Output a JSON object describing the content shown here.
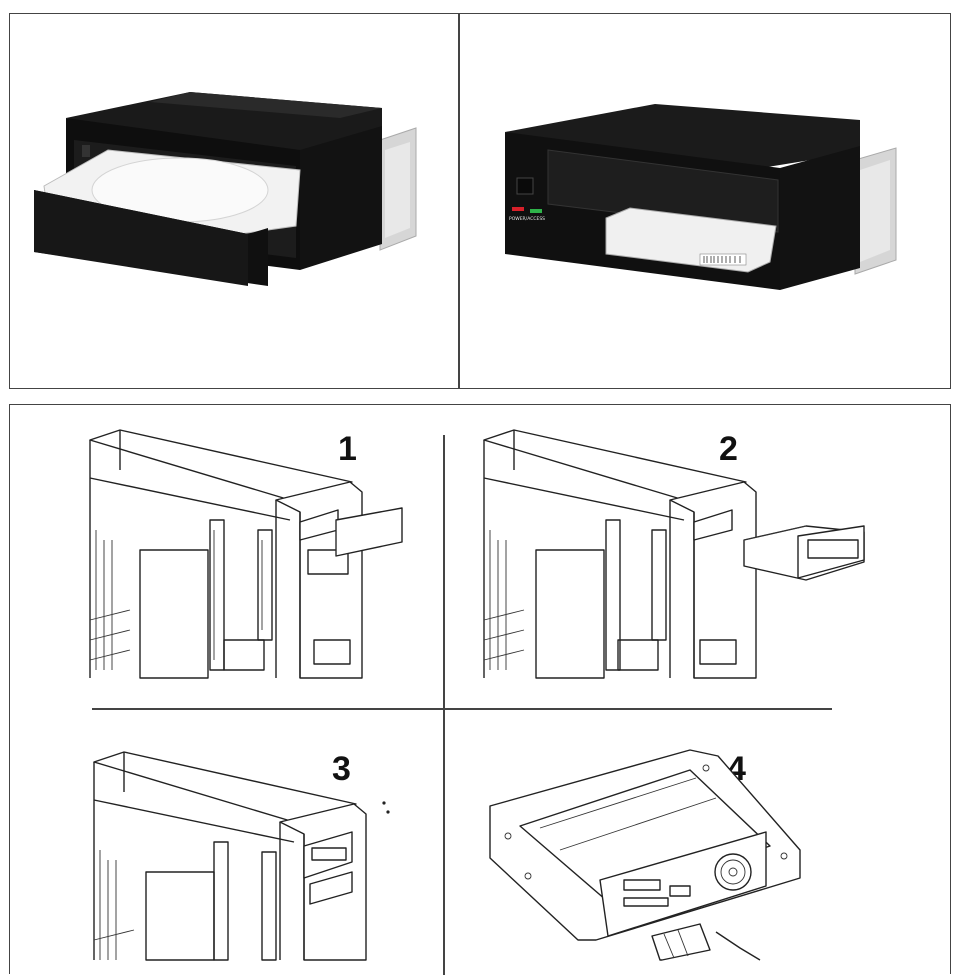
{
  "steps": [
    {
      "number": "1"
    },
    {
      "number": "2"
    },
    {
      "number": "3"
    },
    {
      "number": "4"
    }
  ],
  "product_photos": {
    "front_panel_label": "POWER/ACCESS",
    "led_colors": {
      "power": "#d8202a",
      "access": "#2fb34a"
    },
    "body_color": "#141414",
    "metal_color": "#d8d8d8"
  },
  "icons": [
    "hdd-tray-photo",
    "enclosure-front-photo",
    "case-insert-diagram",
    "enclosure-back-diagram"
  ]
}
